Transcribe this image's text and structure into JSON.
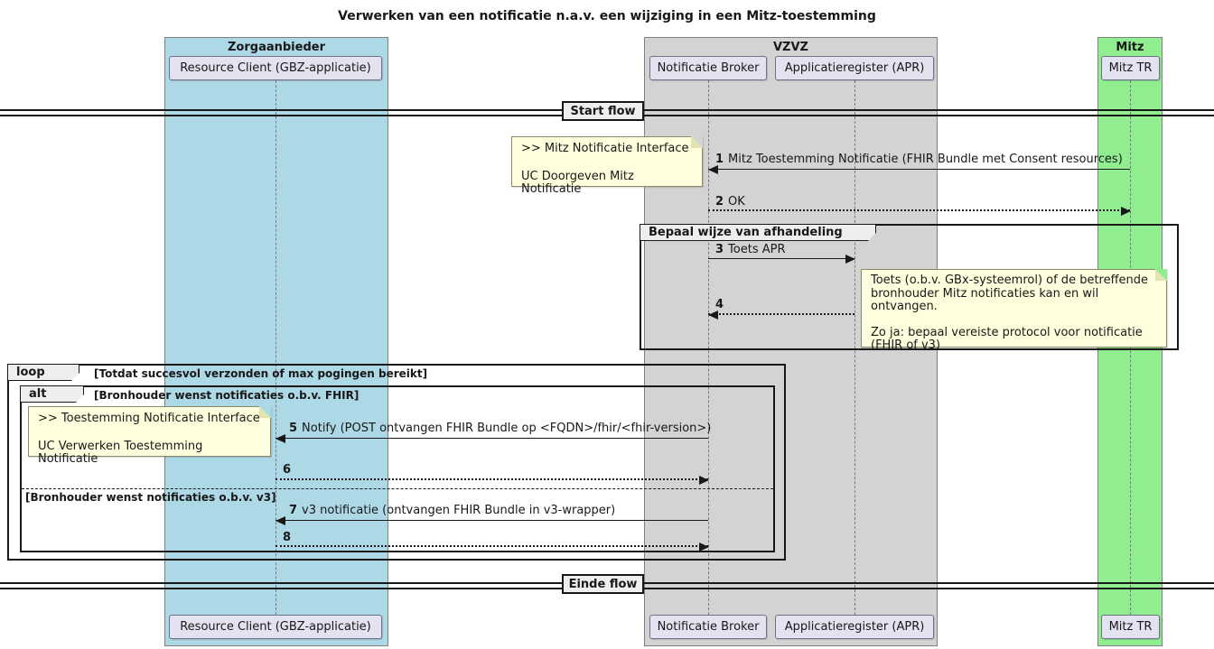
{
  "title": "Verwerken van een notificatie n.a.v. een wijziging in een Mitz-toestemming",
  "colors": {
    "zorgaanbieder_band": "#ADD8E6",
    "vzvz_band": "#D3D3D3",
    "mitz_band": "#90EE90",
    "participant_fill": "#E2E2F0",
    "note_fill": "#FEFFDD",
    "fragment_label_fill": "#EEEEEE"
  },
  "boxes": [
    {
      "label": "Zorgaanbieder"
    },
    {
      "label": "VZVZ"
    },
    {
      "label": "Mitz"
    }
  ],
  "participants": [
    {
      "label": "Resource Client (GBZ-applicatie)"
    },
    {
      "label": "Notificatie Broker"
    },
    {
      "label": "Applicatieregister (APR)"
    },
    {
      "label": "Mitz TR"
    }
  ],
  "dividers": [
    {
      "label": "Start flow"
    },
    {
      "label": "Einde flow"
    }
  ],
  "notes": [
    {
      "lines": [
        ">> Mitz Notificatie Interface",
        "UC Doorgeven Mitz Notificatie"
      ]
    },
    {
      "lines": [
        "Toets (o.b.v. GBx-systeemrol) of de betreffende",
        "bronhouder Mitz notificaties kan en wil ontvangen.",
        "",
        "Zo ja: bepaal vereiste protocol voor notificatie",
        "(FHIR of v3)"
      ]
    },
    {
      "lines": [
        ">> Toestemming Notificatie Interface",
        "UC Verwerken Toestemming Notificatie"
      ]
    }
  ],
  "fragments": {
    "group_label": "Bepaal wijze van afhandeling",
    "loop_keyword": "loop",
    "loop_condition": "[Totdat succesvol verzonden of max pogingen bereikt]",
    "alt_keyword": "alt",
    "alt_condition": "[Bronhouder wenst notificaties o.b.v. FHIR]",
    "alt_else_condition": "[Bronhouder wenst notificaties o.b.v. v3]"
  },
  "messages": [
    {
      "num": "1",
      "text": "Mitz Toestemming Notificatie (FHIR Bundle met Consent resources)"
    },
    {
      "num": "2",
      "text": "OK"
    },
    {
      "num": "3",
      "text": "Toets APR"
    },
    {
      "num": "4",
      "text": ""
    },
    {
      "num": "5",
      "text": "Notify (POST ontvangen FHIR Bundle op <FQDN>/fhir/<fhir-version>)"
    },
    {
      "num": "6",
      "text": ""
    },
    {
      "num": "7",
      "text": "v3 notificatie (ontvangen FHIR Bundle in v3-wrapper)"
    },
    {
      "num": "8",
      "text": ""
    }
  ]
}
